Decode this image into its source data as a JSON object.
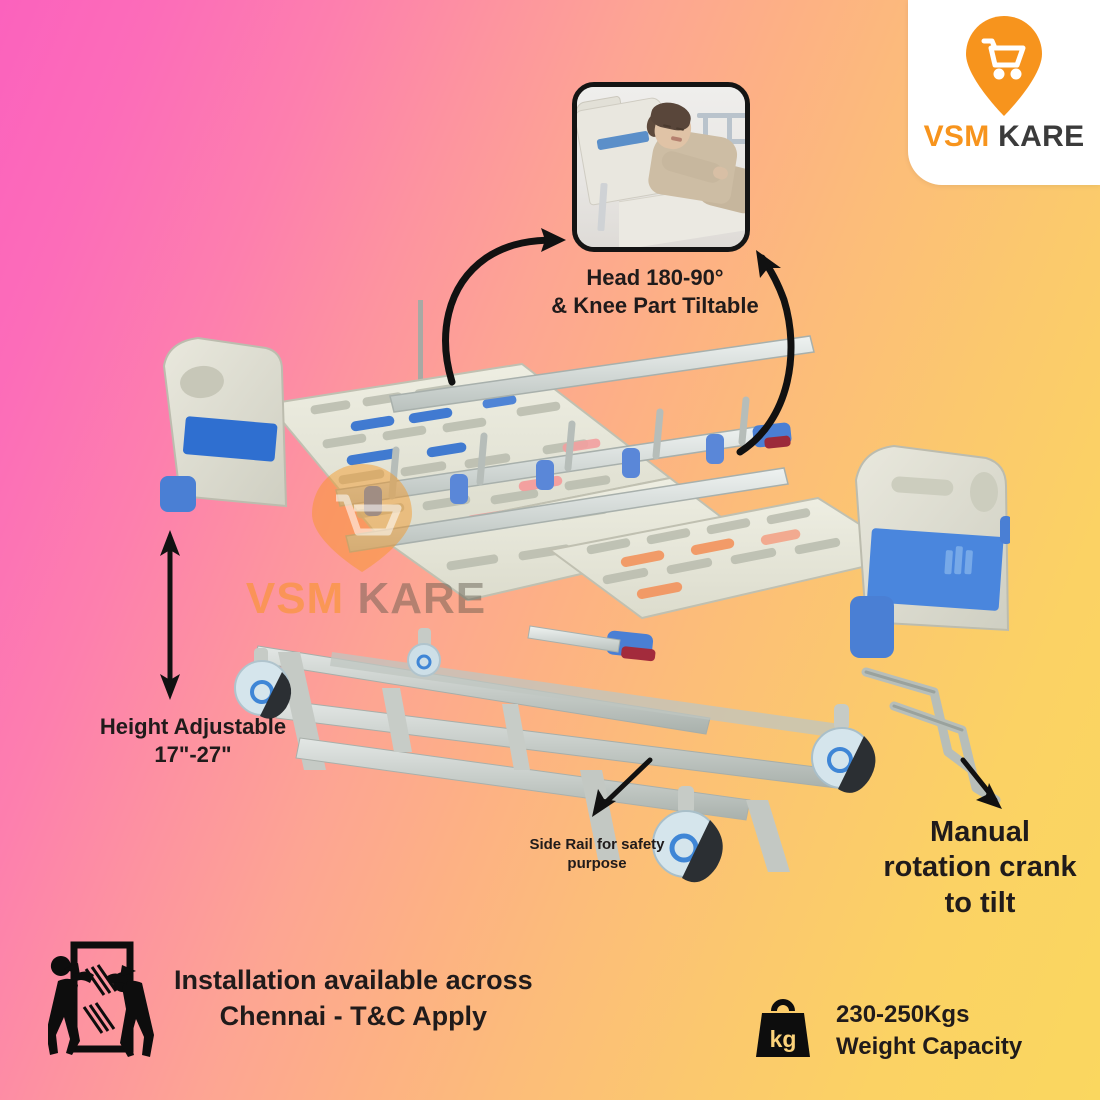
{
  "brand": {
    "logo_card": {
      "icon": "shopping-cart-map-pin-icon",
      "name_part1": "VSM",
      "name_part2": "KARE",
      "pin_color": "#f7941d",
      "text_color": "#3b3b3b"
    },
    "watermark": {
      "part1": "VSM ",
      "part2": "KARE"
    }
  },
  "background": {
    "gradient_from": "#fb62bd",
    "gradient_mid": "#fdb184",
    "gradient_to": "#fad75f"
  },
  "inset_photo": {
    "name": "patient-reclining-on-bed-photo",
    "alt": "Elderly woman reclining on adjustable hospital bed with raised backrest"
  },
  "callouts": [
    {
      "id": "head-tilt",
      "line1": "Head 180-90°",
      "line2": "& Knee Part Tiltable",
      "font_size": 22
    },
    {
      "id": "height-adjustable",
      "line1": "Height Adjustable",
      "line2": "17\"-27\"",
      "font_size": 22
    },
    {
      "id": "side-rail",
      "line1": "Side Rail for safety",
      "line2": "purpose",
      "font_size": 15
    },
    {
      "id": "manual-crank",
      "line1": "Manual",
      "line2": "rotation crank",
      "line3": "to tilt",
      "font_size": 29
    }
  ],
  "footer": {
    "installation": {
      "icon": "movers-carrying-panel-icon",
      "line1": "Installation available across",
      "line2": "Chennai - T&C Apply"
    },
    "weight": {
      "icon": "kg-weight-icon",
      "icon_label": "kg",
      "line1": "230-250Kgs",
      "line2": "Weight Capacity"
    }
  },
  "product": {
    "name": "manual-hospital-bed",
    "colors": {
      "platform": "#e6e5d9",
      "frame": "#c9cec9",
      "accent_blue": "#4a7fd4",
      "accent_light_blue": "#6f9ee0",
      "accent_pink": "#f4a1a1",
      "caster": "#cfe0e8"
    },
    "parts": [
      "headboard",
      "footboard",
      "backrest-section",
      "knee-section",
      "side-rail",
      "iv-pole",
      "casters",
      "crank-handles"
    ]
  }
}
